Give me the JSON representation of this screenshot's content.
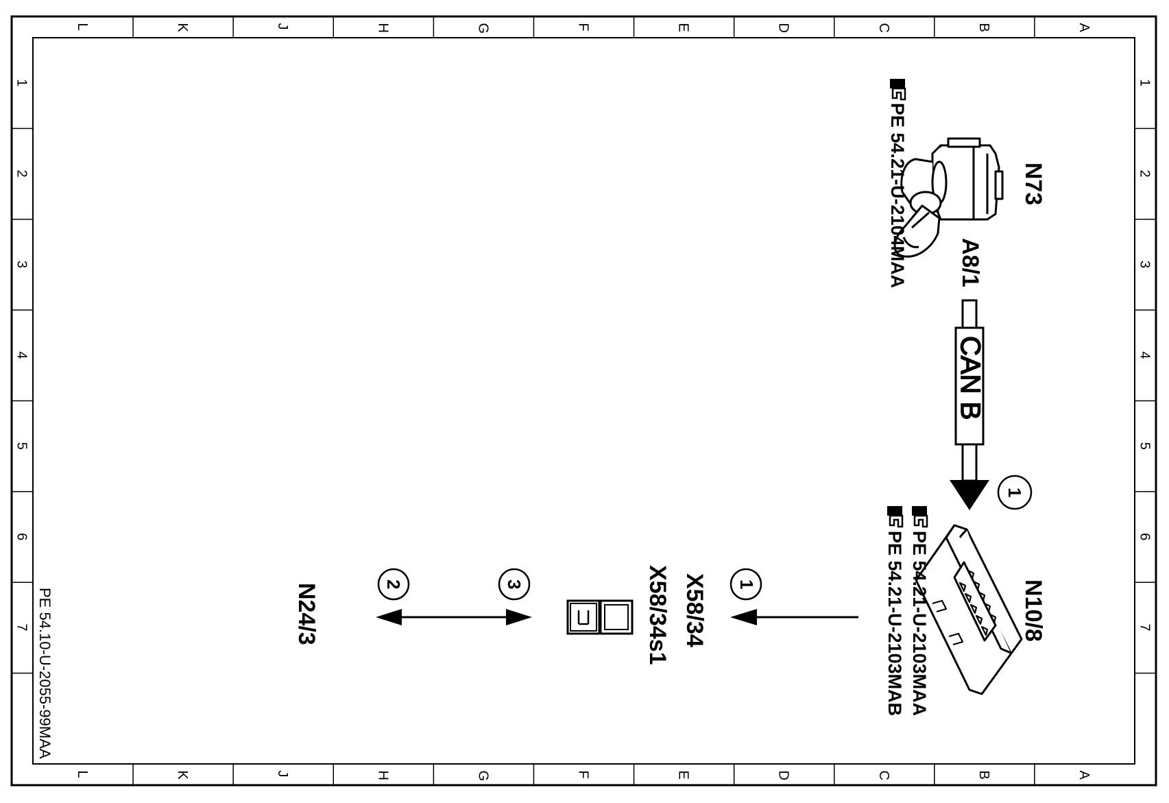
{
  "frame": {
    "column_letters": [
      "L",
      "K",
      "J",
      "H",
      "G",
      "F",
      "E",
      "D",
      "C",
      "B",
      "A"
    ],
    "row_numbers": [
      "1",
      "2",
      "3",
      "4",
      "5",
      "6",
      "7"
    ]
  },
  "components": {
    "n73": {
      "label": "N73",
      "sub_label": "A8/1",
      "ref": "PE 54.21-U-2104MAA"
    },
    "n10_8": {
      "label": "N10/8",
      "ref_1": "PE 54.21-U-2103MAA",
      "ref_2": "PE 54.21-U-2103MAB"
    },
    "connector": {
      "label_1": "X58/34",
      "label_2": "X58/34s1"
    },
    "n24_3": {
      "label": "N24/3"
    }
  },
  "bus": {
    "label": "CAN B"
  },
  "callouts": {
    "c1a": "1",
    "c1b": "1",
    "c2": "2",
    "c3": "3"
  },
  "document_ref": "PE 54.10-U-2055-99MAA",
  "icons": [
    "pointing-hand-icon",
    "key-switch-icon",
    "control-module-icon",
    "connector-plug-icon"
  ]
}
